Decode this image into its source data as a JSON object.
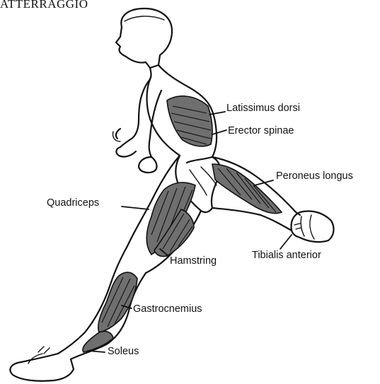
{
  "title": "ATTERRAGGIO",
  "labels": {
    "latissimus": "Latissimus dorsi",
    "erector": "Erector spinae",
    "peroneus": "Peroneus longus",
    "quadriceps": "Quadriceps",
    "hamstring": "Hamstring",
    "tibialis": "Tibialis anterior",
    "gastrocnemius": "Gastrocnemius",
    "soleus": "Soleus"
  }
}
